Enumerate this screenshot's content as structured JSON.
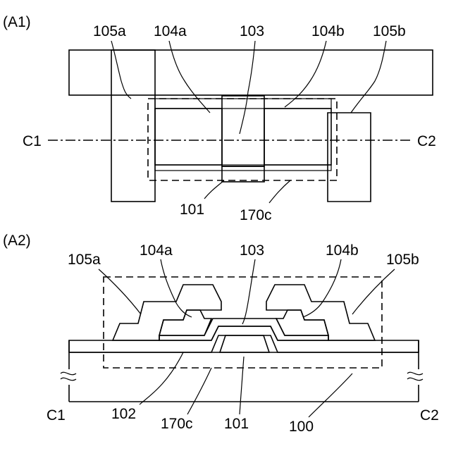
{
  "panel_a1": {
    "label": "(A1)",
    "labels": {
      "l105a": "105a",
      "l104a": "104a",
      "l103": "103",
      "l104b": "104b",
      "l105b": "105b",
      "l101": "101",
      "l170c": "170c",
      "c1": "C1",
      "c2": "C2"
    }
  },
  "panel_a2": {
    "label": "(A2)",
    "labels": {
      "l105a": "105a",
      "l104a": "104a",
      "l103": "103",
      "l104b": "104b",
      "l105b": "105b",
      "l102": "102",
      "l170c": "170c",
      "l101": "101",
      "l100": "100",
      "c1": "C1",
      "c2": "C2"
    }
  }
}
